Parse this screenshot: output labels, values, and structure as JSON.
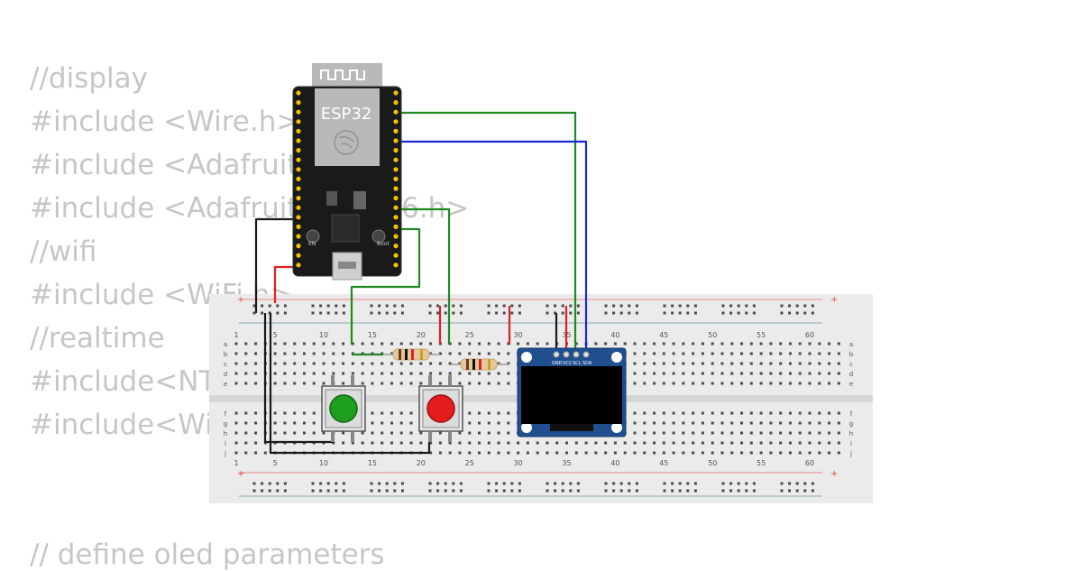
{
  "code_background": {
    "lines": [
      "//display",
      "#include <Wire.h>",
      "#include <Adafruit_",
      "#include <Adafruit_",
      "//wifi",
      "#include <WiFi.h>",
      "//realtime",
      "#include<NTP",
      "#include<WiF",
      "",
      "// define oled parameters"
    ],
    "overlap_fragment": "6.h>"
  },
  "esp32": {
    "label": "ESP32",
    "boot_label": "Boot",
    "en_label": "EN"
  },
  "breadboard": {
    "column_numbers": [
      "1",
      "5",
      "10",
      "15",
      "20",
      "25",
      "30",
      "35",
      "40",
      "45",
      "50",
      "55",
      "60"
    ],
    "row_letters_top": [
      "a",
      "b",
      "c",
      "d",
      "e"
    ],
    "row_letters_bottom": [
      "f",
      "g",
      "h",
      "i",
      "j"
    ],
    "rail_plus": "+",
    "rail_minus": "-"
  },
  "oled": {
    "pins": [
      "GND",
      "VCC",
      "SCL",
      "SDA"
    ]
  },
  "buttons": [
    {
      "color_name": "green",
      "color": "#1e9e1e"
    },
    {
      "color_name": "red",
      "color": "#e41c1c"
    }
  ],
  "wire_colors": {
    "green": "#1f8a1f",
    "blue": "#1a2ad0",
    "black": "#1a1a1a",
    "red": "#e02020"
  }
}
